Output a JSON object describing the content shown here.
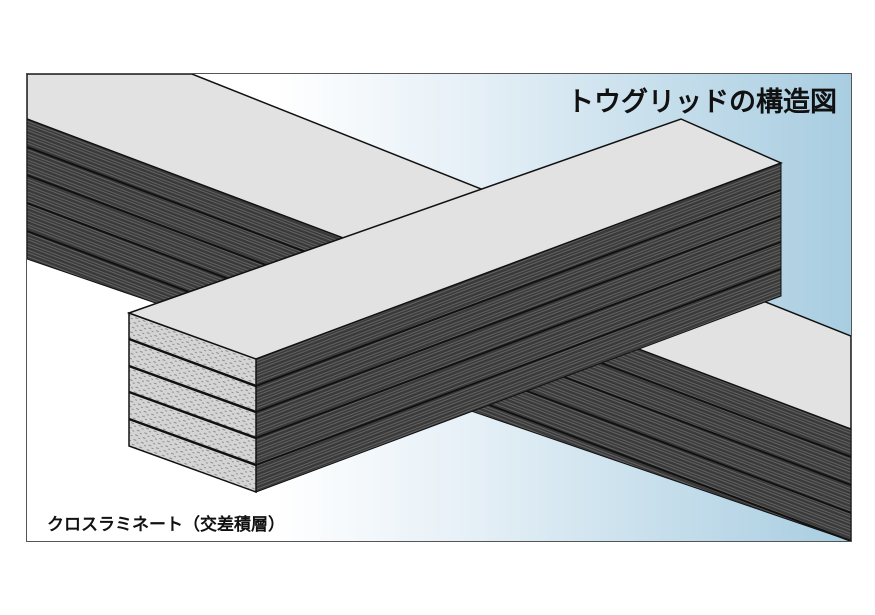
{
  "title": "トウグリッドの構造図",
  "caption": "クロスラミネート（交差積層）",
  "colors": {
    "background_right": "#a8cde1",
    "beam_top": "#e2e2e2",
    "beam_side": "#3c3c3c",
    "end_face": "#cfcfcf"
  },
  "layer_count": 5
}
